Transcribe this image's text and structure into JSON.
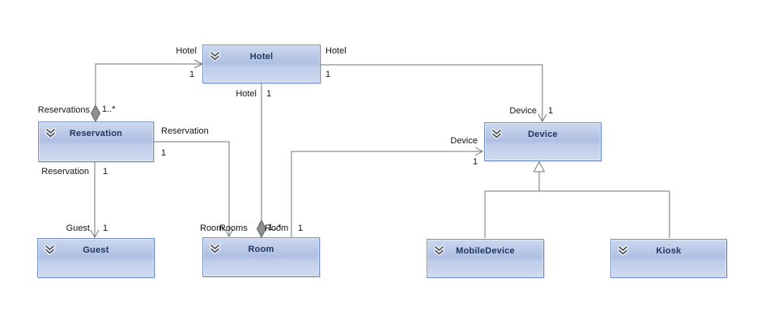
{
  "diagram_type": "uml-class-diagram",
  "classes": [
    {
      "id": "hotel",
      "name": "Hotel",
      "collapse_icon": "double-chevron-down"
    },
    {
      "id": "reservation",
      "name": "Reservation",
      "collapse_icon": "double-chevron-down"
    },
    {
      "id": "guest",
      "name": "Guest",
      "collapse_icon": "double-chevron-down"
    },
    {
      "id": "room",
      "name": "Room",
      "collapse_icon": "double-chevron-down"
    },
    {
      "id": "device",
      "name": "Device",
      "collapse_icon": "double-chevron-down"
    },
    {
      "id": "mobiledevice",
      "name": "MobileDevice",
      "collapse_icon": "double-chevron-down"
    },
    {
      "id": "kiosk",
      "name": "Kiosk",
      "collapse_icon": "double-chevron-down"
    }
  ],
  "associations": {
    "reservation_hotel": {
      "type": "aggregation",
      "hotel_role": "Hotel",
      "hotel_mult": "1",
      "reservation_role": "Reservations",
      "reservation_mult": "1..*"
    },
    "hotel_room": {
      "type": "aggregation",
      "hotel_role": "Hotel",
      "hotel_mult": "1",
      "room_role": "Rooms",
      "room_mult": "1..*"
    },
    "hotel_device": {
      "type": "association",
      "hotel_role": "Hotel",
      "hotel_mult": "1",
      "device_role": "Device",
      "device_mult": "1"
    },
    "reservation_room": {
      "type": "association",
      "reservation_role": "Reservation",
      "reservation_mult": "1",
      "room_role": "Room"
    },
    "reservation_guest": {
      "type": "association",
      "reservation_role": "Reservation",
      "reservation_mult": "1",
      "guest_role": "Guest",
      "guest_mult": "1"
    },
    "room_device": {
      "type": "association",
      "room_role": "Room",
      "room_mult": "1",
      "device_role": "Device",
      "device_mult": "1"
    },
    "device_mobiledevice": {
      "type": "inheritance"
    },
    "device_kiosk": {
      "type": "inheritance"
    }
  },
  "colors": {
    "background": "#ffffff",
    "box_fill_top": "#ccd8ef",
    "box_fill_mid": "#aebfe3",
    "box_fill_bottom": "#d0dbf1",
    "box_border": "#7591c4",
    "title_text": "#1e355d",
    "connector": "#757575",
    "aggregation_diamond": "#8f8f8f",
    "inheritance_triangle_fill": "#ffffff",
    "label_text": "#141414",
    "chevron_icon": "#49505e"
  }
}
